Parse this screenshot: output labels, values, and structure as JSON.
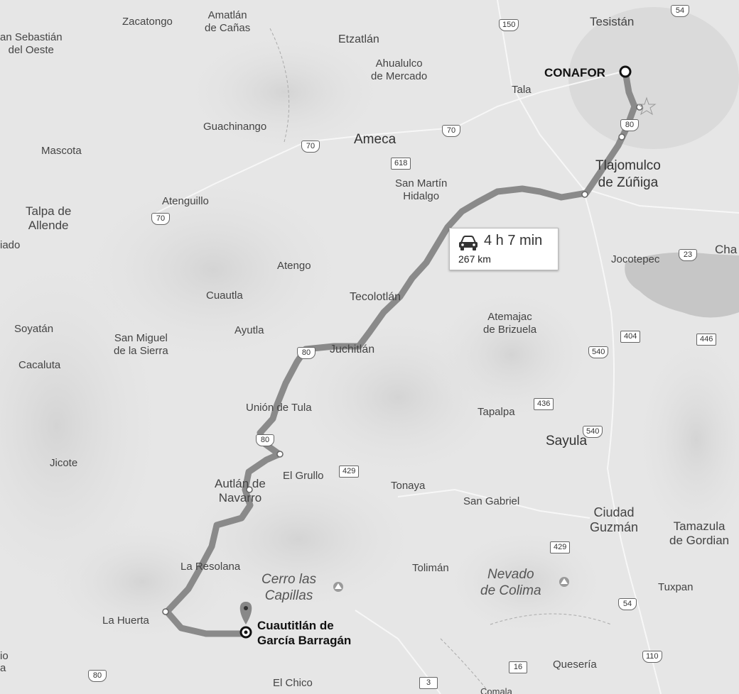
{
  "route": {
    "origin": "CONAFOR",
    "destination": "Cuautitlán de\nGarcía Barragán",
    "duration": "4 h 7 min",
    "distance": "267 km",
    "mode_icon": "car-icon",
    "route_color": "#8a8a8a"
  },
  "places": {
    "zacatongo": "Zacatongo",
    "amatlan": "Amatlán\nde Cañas",
    "san_sebastian": "an Sebastián\ndel Oeste",
    "etzatlan": "Etzatlán",
    "ahualulco": "Ahualulco\nde Mercado",
    "tesistan": "Tesistán",
    "tala": "Tala",
    "guachinango": "Guachinango",
    "mascota": "Mascota",
    "ameca": "Ameca",
    "tlajomulco": "Tlajomulco\nde Zúñiga",
    "san_martin": "San Martín\nHidalgo",
    "atenguillo": "Atenguillo",
    "talpa": "Talpa de\nAllende",
    "iado": "iado",
    "jocotepec": "Jocotepec",
    "cha": "Cha",
    "atengo": "Atengo",
    "cuautla": "Cuautla",
    "tecolotlan": "Tecolotlán",
    "atemajac": "Atemajac\nde Brizuela",
    "soyatan": "Soyatán",
    "san_miguel": "San Miguel\nde la Sierra",
    "ayutla": "Ayutla",
    "juchitlan": "Juchitlán",
    "cacaluta": "Cacaluta",
    "union_tula": "Unión de Tula",
    "tapalpa": "Tapalpa",
    "sayula": "Sayula",
    "jicote": "Jicote",
    "el_grullo": "El Grullo",
    "autlan": "Autlán de\nNavarro",
    "tonaya": "Tonaya",
    "san_gabriel": "San Gabriel",
    "ciudad_guzman": "Ciudad\nGuzmán",
    "tamazula": "Tamazula\nde Gordian",
    "la_resolana": "La Resolana",
    "cerro_capillas": "Cerro las\nCapillas",
    "tolиman": "Tolimán",
    "nevado": "Nevado\nde Colima",
    "tuxpan": "Tuxpan",
    "la_huerta": "La Huerta",
    "quesera": "Quesería",
    "el_chico": "El Chico",
    "comala": "Comala",
    "edge_io": "io",
    "edge_a": "a"
  },
  "shields": {
    "s150": "150",
    "s54top": "54",
    "s80a": "80",
    "s70a": "70",
    "s70b": "70",
    "s618": "618",
    "s70c": "70",
    "s23": "23",
    "s404": "404",
    "s446": "446",
    "s540a": "540",
    "s540b": "540",
    "s436": "436",
    "s80b": "80",
    "s80c": "80",
    "s429a": "429",
    "s429b": "429",
    "s54b": "54",
    "s110": "110",
    "s16": "16",
    "s3": "3",
    "s80d": "80"
  }
}
